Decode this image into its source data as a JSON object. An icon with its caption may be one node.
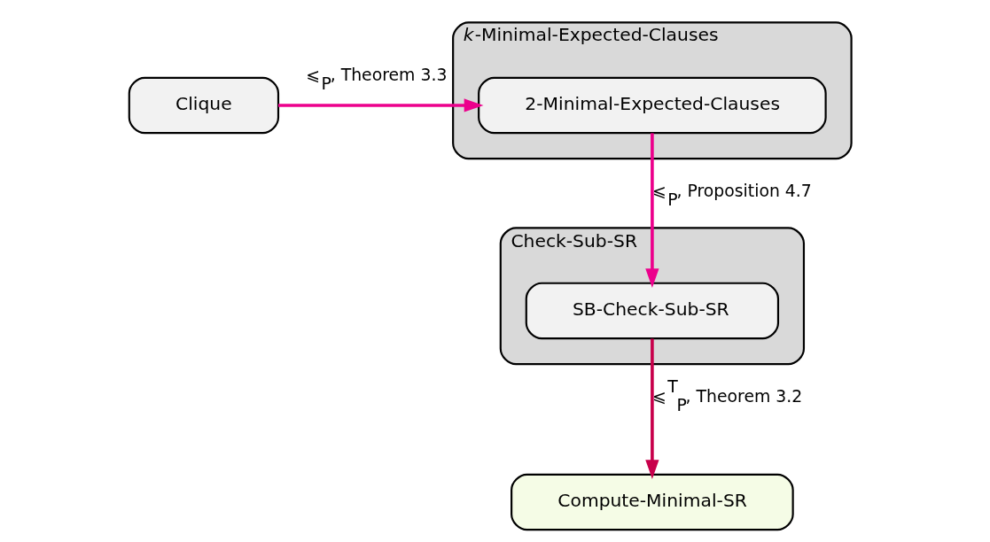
{
  "diagram": {
    "nodes": [
      {
        "text": [
          "Clique"
        ]
      },
      {
        "text": [
          "*k*-Minimal-Expected-Clauses"
        ]
      },
      {
        "text": [
          "2-Minimal-Expected-Clauses"
        ],
        "in": 1
      },
      {
        "text": [
          "Check-Sub-SR"
        ]
      },
      {
        "text": [
          "SB-Check-Sub-SR"
        ],
        "in": 3
      },
      {
        "text": [
          "Compute-Minimal-SR"
        ]
      }
    ],
    "edges": [
      {
        "from": 0,
        "to": 2,
        "arrow": "to",
        "label": "⩽$_{P}$, Theorem 3.3"
      },
      {
        "from": 2,
        "to": 4,
        "arrow": "to",
        "label": "⩽$_{P}$, Proposition 4.7"
      },
      {
        "from": 4,
        "to": 5,
        "arrow": "to",
        "label": "⩽$^{T}$$_{P}$, Theorem 3.2",
        "color": "#c8004b"
      }
    ]
  }
}
